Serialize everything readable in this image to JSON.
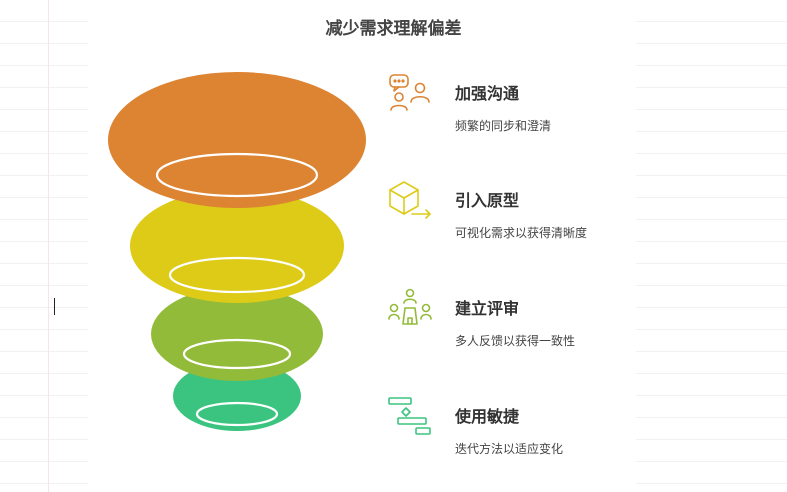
{
  "title": "减少需求理解偏差",
  "colors": {
    "layer1": "#dc8432",
    "layer2": "#ddcb18",
    "layer3": "#93bb3a",
    "layer4": "#3bc47f",
    "ring": "#ffffff"
  },
  "items": [
    {
      "heading": "加强沟通",
      "description": "频繁的同步和澄清",
      "icon": "chat-people-icon",
      "color": "#dc8432"
    },
    {
      "heading": "引入原型",
      "description": "可视化需求以获得清晰度",
      "icon": "box-arrow-icon",
      "color": "#ddcb18"
    },
    {
      "heading": "建立评审",
      "description": "多人反馈以获得一致性",
      "icon": "review-meeting-icon",
      "color": "#93bb3a"
    },
    {
      "heading": "使用敏捷",
      "description": "迭代方法以适应变化",
      "icon": "gantt-icon",
      "color": "#3bc47f"
    }
  ]
}
